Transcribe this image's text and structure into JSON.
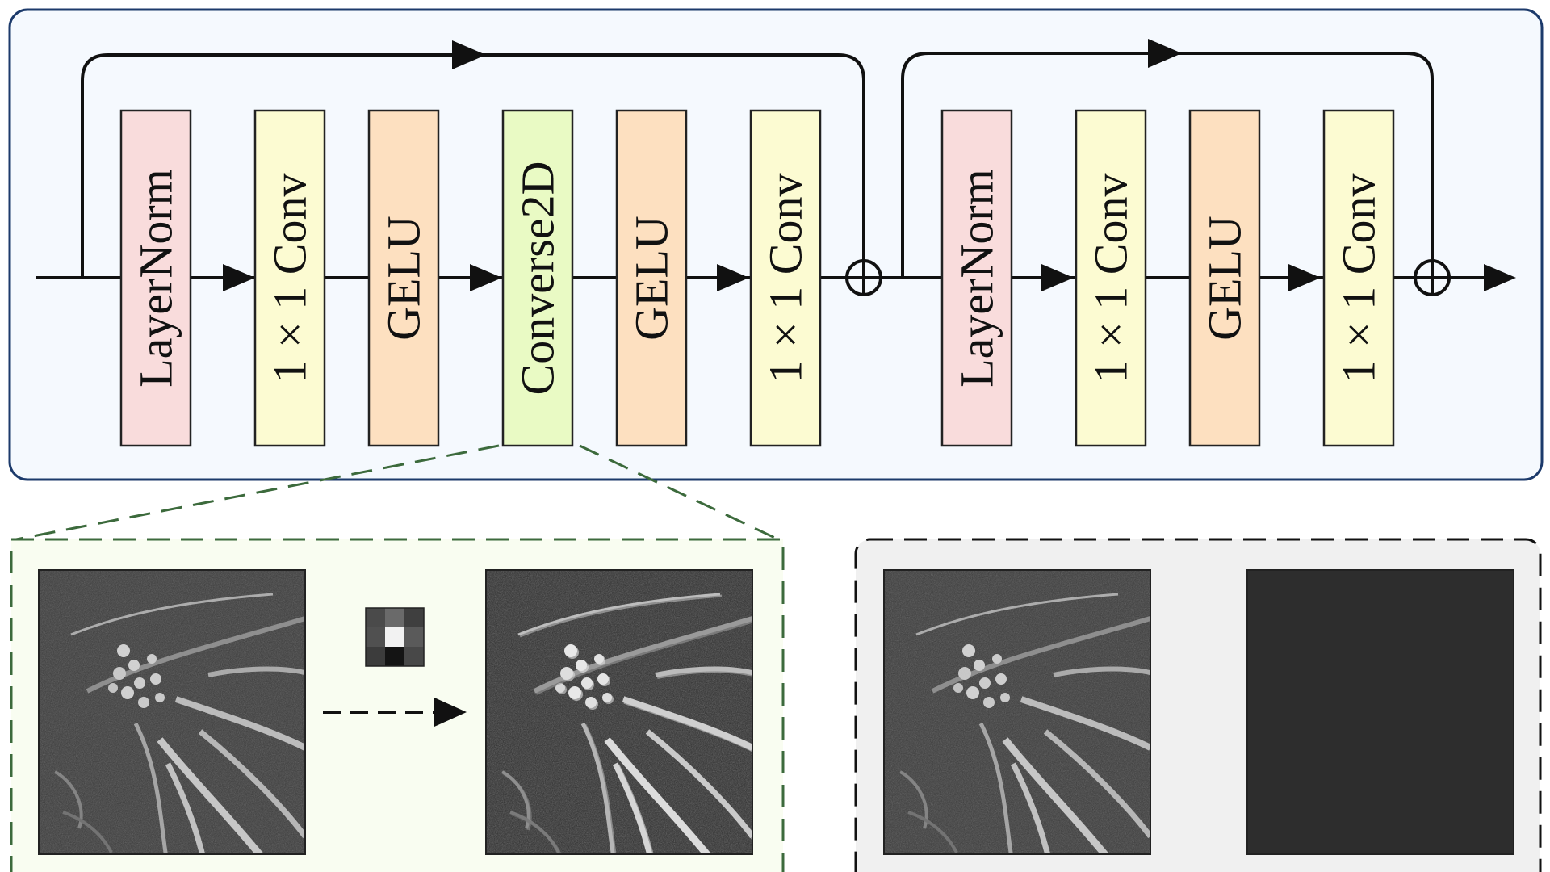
{
  "colors": {
    "panel_fill": "#f5f9fe",
    "panel_stroke": "#1c3a6b",
    "layernorm": "#f9dcdc",
    "conv": "#fcfbd2",
    "gelu": "#fde0c0",
    "converse": "#e9fac4",
    "zoom_fill": "#f9fdf1",
    "zoom_stroke": "#3c6a3c",
    "right_panel_fill": "#f0f0f0",
    "dark_square": "#2d2d2d"
  },
  "pipeline": {
    "blocks": [
      {
        "id": "layernorm-1",
        "label": "LayerNorm",
        "kind": "layernorm"
      },
      {
        "id": "conv-1",
        "label": "1 × 1 Conv",
        "kind": "conv"
      },
      {
        "id": "gelu-1",
        "label": "GELU",
        "kind": "gelu"
      },
      {
        "id": "converse2d",
        "label": "Converse2D",
        "kind": "converse"
      },
      {
        "id": "gelu-2",
        "label": "GELU",
        "kind": "gelu"
      },
      {
        "id": "conv-2",
        "label": "1 × 1 Conv",
        "kind": "conv"
      },
      {
        "id": "layernorm-2",
        "label": "LayerNorm",
        "kind": "layernorm"
      },
      {
        "id": "conv-3",
        "label": "1 × 1 Conv",
        "kind": "conv"
      },
      {
        "id": "gelu-3",
        "label": "GELU",
        "kind": "gelu"
      },
      {
        "id": "conv-4",
        "label": "1 × 1 Conv",
        "kind": "conv"
      }
    ]
  },
  "icons": {
    "plus": "circled-plus-icon",
    "arrow": "arrowhead-icon",
    "kernel": "kernel-grid-icon"
  }
}
